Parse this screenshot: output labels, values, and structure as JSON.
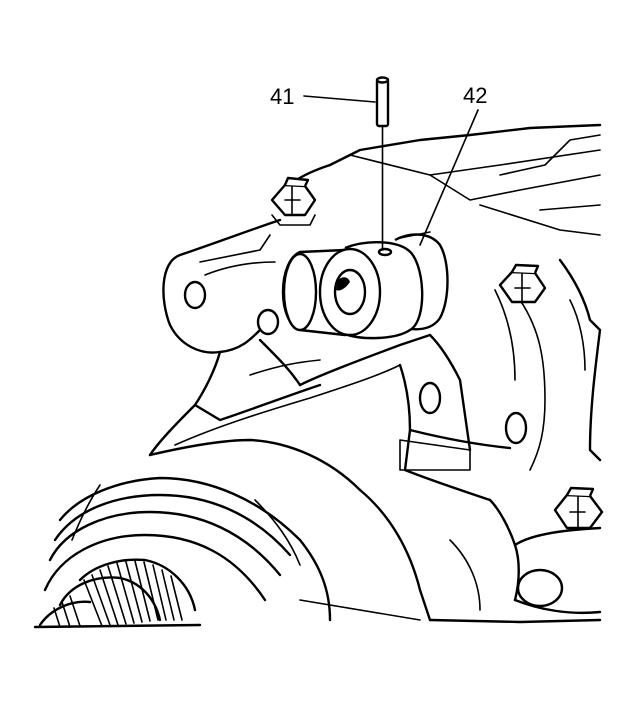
{
  "callouts": [
    {
      "id": "41",
      "label": "41"
    },
    {
      "id": "42",
      "label": "42"
    }
  ],
  "colors": {
    "line": "#000000",
    "background": "#ffffff"
  }
}
